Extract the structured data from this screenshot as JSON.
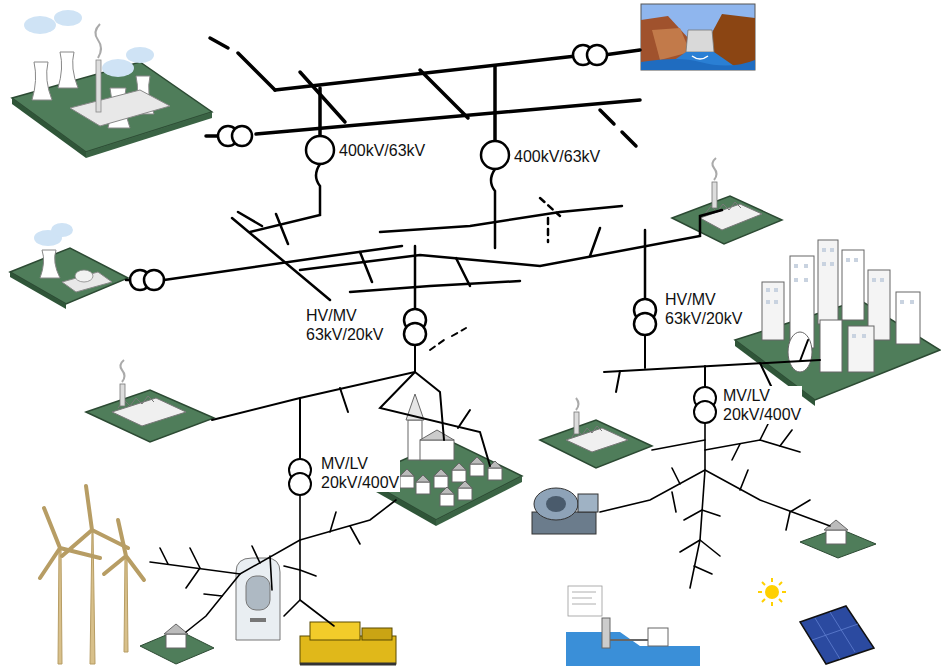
{
  "diagram": {
    "labels": [
      "400kV/63kV",
      "400kV/63kV",
      "HV/MV 63kV/20kV",
      "HV/MV 63kV/20kV",
      "MV/LV 20kV/400V",
      "MV/LV 20kV/400V"
    ]
  }
}
